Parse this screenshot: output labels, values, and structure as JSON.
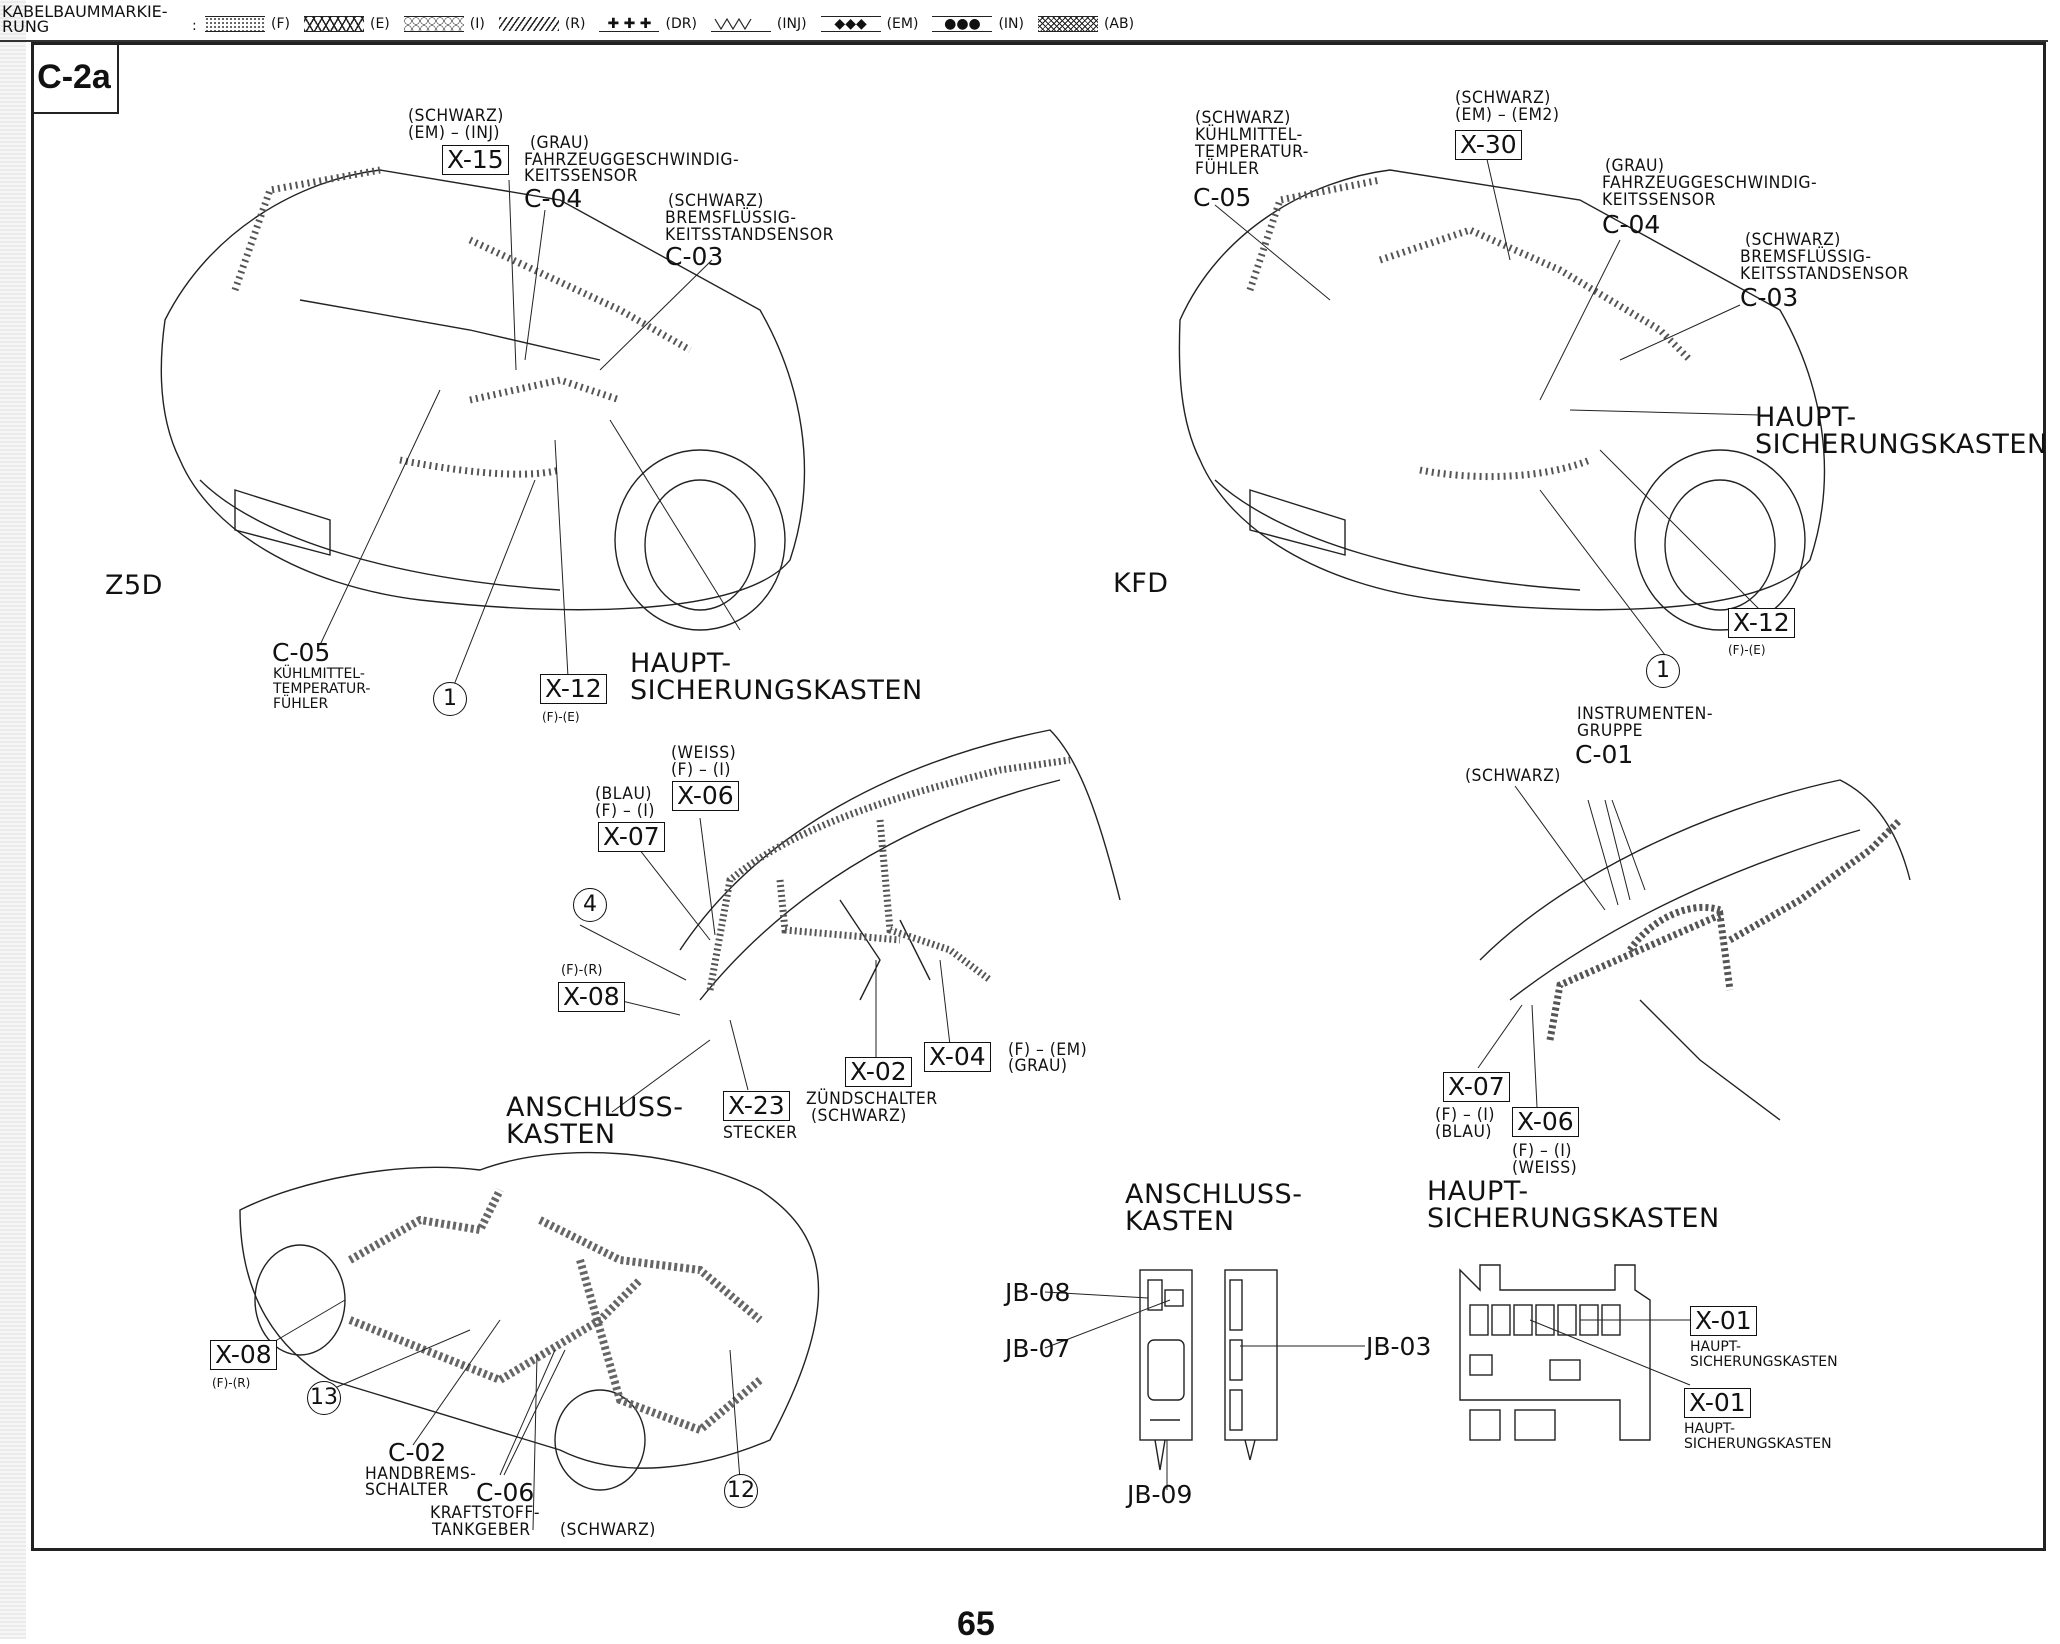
{
  "legend": {
    "title_line1": "KABELBAUMMARKIE-",
    "title_line2": "RUNG",
    "colon": ":",
    "items": [
      {
        "code": "(F)",
        "pattern": "fine-dots"
      },
      {
        "code": "(E)",
        "pattern": "zigzag"
      },
      {
        "code": "(I)",
        "pattern": "loops"
      },
      {
        "code": "(R)",
        "pattern": "diagonal-hatch"
      },
      {
        "code": "(DR)",
        "pattern": "plus-marks",
        "glyph": "✚ ✚ ✚"
      },
      {
        "code": "(INJ)",
        "pattern": "sawtooth"
      },
      {
        "code": "(EM)",
        "pattern": "diamonds",
        "glyph": "◆◆◆"
      },
      {
        "code": "(IN)",
        "pattern": "filled-dots",
        "glyph": "●●●"
      },
      {
        "code": "(AB)",
        "pattern": "cross-hatch"
      }
    ]
  },
  "section_tab": "C-2a",
  "page_number": "65",
  "views": {
    "z5d": {
      "variant": "Z5D",
      "x15": {
        "color": "(SCHWARZ)",
        "route": "(EM) – (INJ)",
        "code": "X-15"
      },
      "c04": {
        "color": "(GRAU)",
        "name1": "FAHRZEUGGESCHWINDIG-",
        "name2": "KEITSSENSOR",
        "code": "C-04"
      },
      "c03": {
        "color": "(SCHWARZ)",
        "name1": "BREMSFLÜSSIG-",
        "name2": "KEITSSTANDSENSOR",
        "code": "C-03"
      },
      "c05": {
        "code": "C-05",
        "name1": "KÜHLMITTEL-",
        "name2": "TEMPERATUR-",
        "name3": "FÜHLER"
      },
      "ref1": "1",
      "x12": {
        "code": "X-12",
        "route": "(F)-(E)"
      },
      "hsk1": "HAUPT-",
      "hsk2": "SICHERUNGSKASTEN"
    },
    "kfd": {
      "variant": "KFD",
      "c05": {
        "color": "(SCHWARZ)",
        "name1": "KÜHLMITTEL-",
        "name2": "TEMPERATUR-",
        "name3": "FÜHLER",
        "code": "C-05"
      },
      "x30": {
        "color": "(SCHWARZ)",
        "route": "(EM) – (EM2)",
        "code": "X-30"
      },
      "c04": {
        "color": "(GRAU)",
        "name1": "FAHRZEUGGESCHWINDIG-",
        "name2": "KEITSSENSOR",
        "code": "C-04"
      },
      "c03": {
        "color": "(SCHWARZ)",
        "name1": "BREMSFLÜSSIG-",
        "name2": "KEITSSTANDSENSOR",
        "code": "C-03"
      },
      "hsk1": "HAUPT-",
      "hsk2": "SICHERUNGSKASTEN",
      "x12": {
        "code": "X-12",
        "route": "(F)-(E)"
      },
      "ref1": "1"
    },
    "dash_lhd": {
      "x06": {
        "color": "(WEISS)",
        "route": "(F) – (I)",
        "code": "X-06"
      },
      "x07": {
        "color": "(BLAU)",
        "route": "(F) – (I)",
        "code": "X-07"
      },
      "ref4": "4",
      "x08": {
        "route": "(F)-(R)",
        "code": "X-08"
      },
      "ask1": "ANSCHLUSS-",
      "ask2": "KASTEN",
      "x23": {
        "code": "X-23",
        "name": "STECKER"
      },
      "x02": {
        "code": "X-02",
        "name": "ZÜNDSCHALTER",
        "color": "(SCHWARZ)"
      },
      "x04": {
        "code": "X-04",
        "route": "(F) – (EM)",
        "color": "(GRAU)"
      }
    },
    "dash_rhd": {
      "c01": {
        "name1": "INSTRUMENTEN-",
        "name2": "GRUPPE",
        "code": "C-01"
      },
      "schwarz": "(SCHWARZ)",
      "x07": {
        "code": "X-07",
        "route": "(F) – (I)",
        "color": "(BLAU)"
      },
      "x06": {
        "code": "X-06",
        "route": "(F) – (I)",
        "color": "(WEISS)"
      },
      "hsk1": "HAUPT-",
      "hsk2": "SICHERUNGSKASTEN"
    },
    "body": {
      "x08": {
        "code": "X-08",
        "route": "(F)-(R)"
      },
      "ref13": "13",
      "c02": {
        "code": "C-02",
        "name1": "HANDBREMS-",
        "name2": "SCHALTER"
      },
      "c06": {
        "code": "C-06",
        "name1": "KRAFTSTOFF-",
        "name2": "TANKGEBER",
        "color": "(SCHWARZ)"
      },
      "ref12": "12"
    },
    "junction_box": {
      "title1": "ANSCHLUSS-",
      "title2": "KASTEN",
      "jb08": "JB-08",
      "jb07": "JB-07",
      "jb03": "JB-03",
      "jb09": "JB-09"
    },
    "fuse_box": {
      "x01a": {
        "code": "X-01",
        "name1": "HAUPT-",
        "name2": "SICHERUNGSKASTEN"
      },
      "x01b": {
        "code": "X-01",
        "name1": "HAUPT-",
        "name2": "SICHERUNGSKASTEN"
      }
    }
  }
}
